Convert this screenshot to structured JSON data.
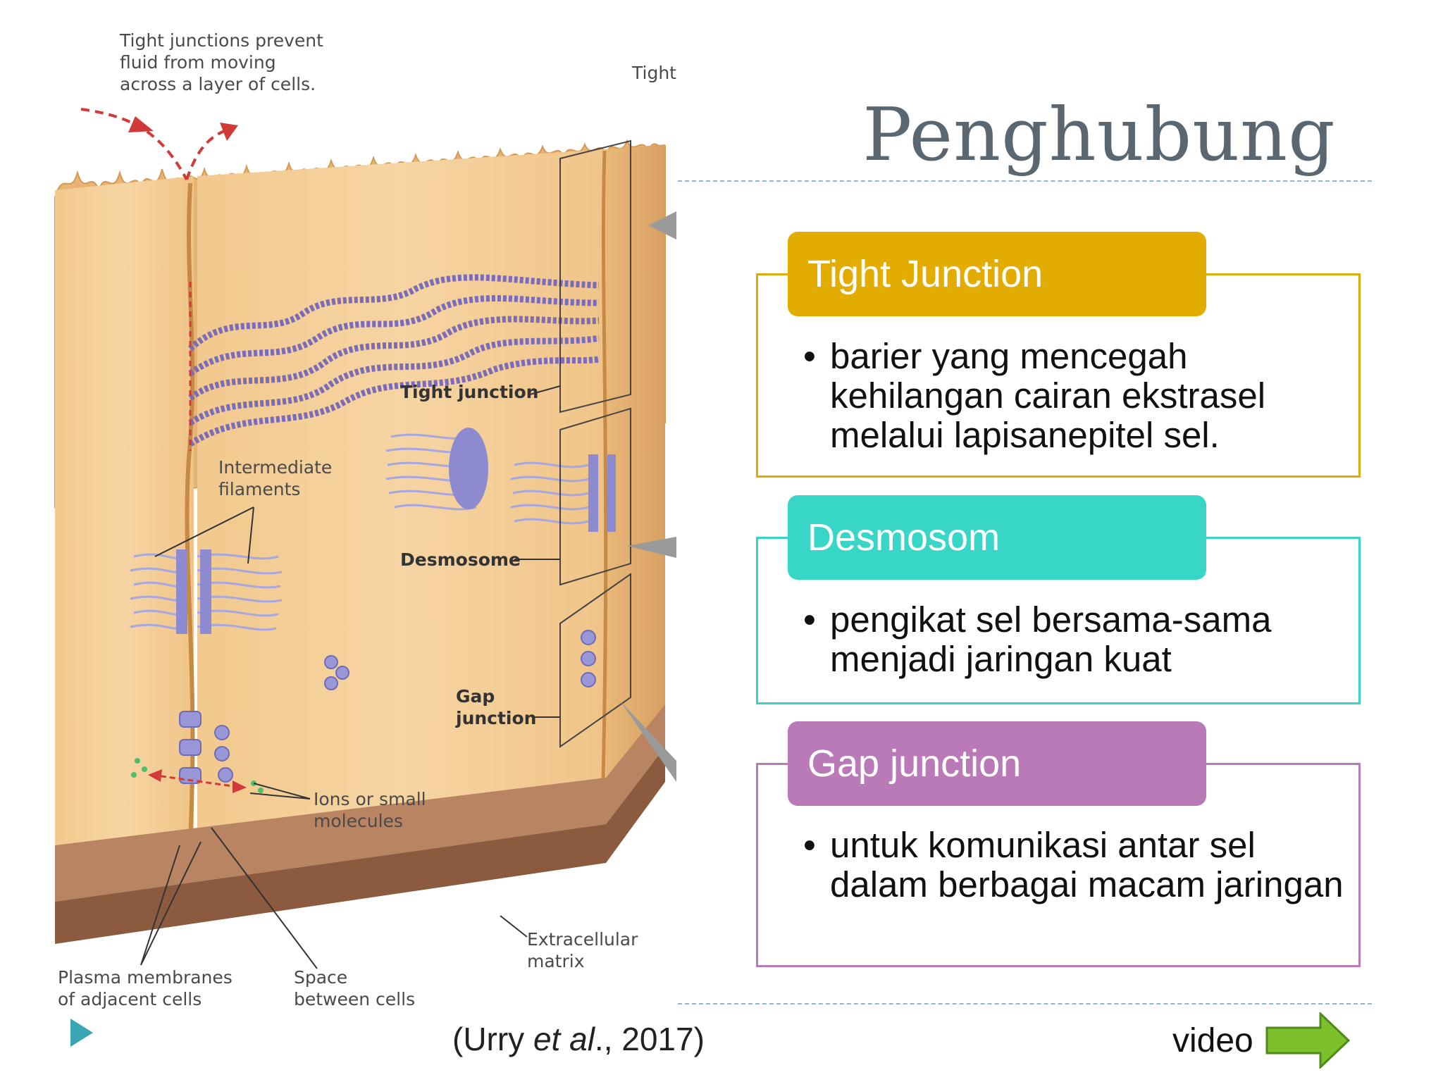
{
  "title": "Penghubung",
  "cards": [
    {
      "heading": "Tight Junction",
      "bullet": "•",
      "text": "barier yang mencegah kehilangan cairan ekstrasel melalui lapisanepitel sel.",
      "color": "#e2ac00"
    },
    {
      "heading": "Desmosom",
      "bullet": "•",
      "text": "pengikat sel bersama-sama menjadi jaringan kuat",
      "color": "#38d6c6"
    },
    {
      "heading": "Gap junction",
      "bullet": "•",
      "text": "untuk komunikasi antar sel dalam berbagai macam jaringan",
      "color": "#b97ab7"
    }
  ],
  "illustration": {
    "labels": {
      "tj_prevent": [
        "Tight junctions prevent",
        "fluid from moving",
        "across a layer of cells."
      ],
      "tight_top": "Tight",
      "tight_junction": "Tight junction",
      "intermediate": [
        "Intermediate",
        "filaments"
      ],
      "desmosome": "Desmosome",
      "gap_junction": [
        "Gap",
        "junction"
      ],
      "ions": [
        "Ions or small",
        "molecules"
      ],
      "extracellular": [
        "Extracellular",
        "matrix"
      ],
      "plasma": [
        "Plasma membranes",
        "of adjacent cells"
      ],
      "space": [
        "Space",
        "between cells"
      ]
    }
  },
  "citation": {
    "open": "(Urry ",
    "italic": "et al",
    "close": "., 2017)"
  },
  "video": {
    "label": "video",
    "arrow_icon": "green-right-arrow-icon"
  },
  "nav": {
    "icon": "play-triangle-icon"
  }
}
